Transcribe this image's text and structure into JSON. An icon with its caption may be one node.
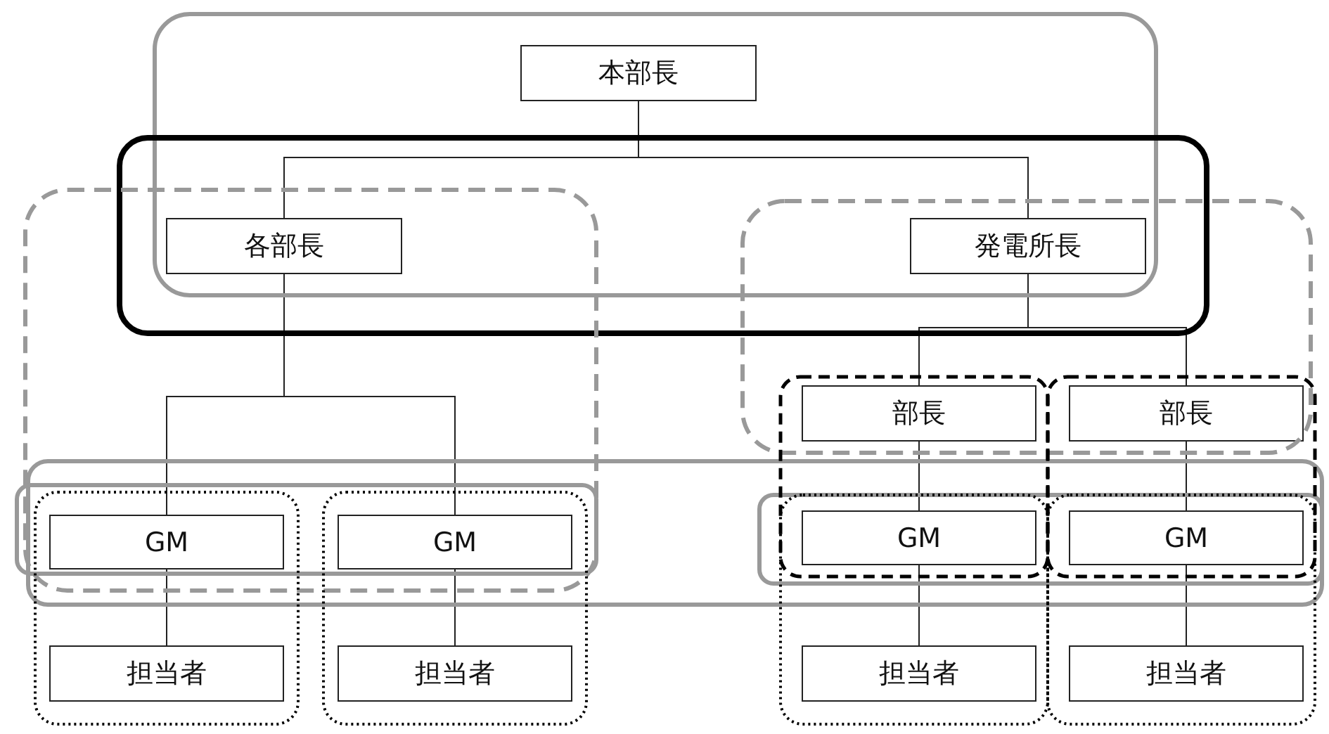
{
  "diagram": {
    "nodes": [
      {
        "text": [
          "本部長"
        ]
      },
      {
        "text": [
          "各部長"
        ]
      },
      {
        "text": [
          "発電所長"
        ]
      },
      {
        "text": [
          "部長"
        ]
      },
      {
        "text": [
          "部長"
        ]
      },
      {
        "text": [
          "GM"
        ]
      },
      {
        "text": [
          "GM"
        ]
      },
      {
        "text": [
          "GM"
        ]
      },
      {
        "text": [
          "GM"
        ]
      },
      {
        "text": [
          "担当者"
        ]
      },
      {
        "text": [
          "担当者"
        ]
      },
      {
        "text": [
          "担当者"
        ]
      },
      {
        "text": [
          "担当者"
        ]
      }
    ],
    "edges": [
      {
        "from": 0,
        "to": 1,
        "arrow": "none"
      },
      {
        "from": 0,
        "to": 2,
        "arrow": "none"
      },
      {
        "from": 1,
        "to": 5,
        "arrow": "none"
      },
      {
        "from": 1,
        "to": 6,
        "arrow": "none"
      },
      {
        "from": 2,
        "to": 3,
        "arrow": "none"
      },
      {
        "from": 2,
        "to": 4,
        "arrow": "none"
      },
      {
        "from": 3,
        "to": 7,
        "arrow": "none"
      },
      {
        "from": 4,
        "to": 8,
        "arrow": "none"
      },
      {
        "from": 5,
        "to": 9,
        "arrow": "none"
      },
      {
        "from": 6,
        "to": 10,
        "arrow": "none"
      },
      {
        "from": 7,
        "to": 11,
        "arrow": "none"
      },
      {
        "from": 8,
        "to": 12,
        "arrow": "none"
      }
    ]
  }
}
